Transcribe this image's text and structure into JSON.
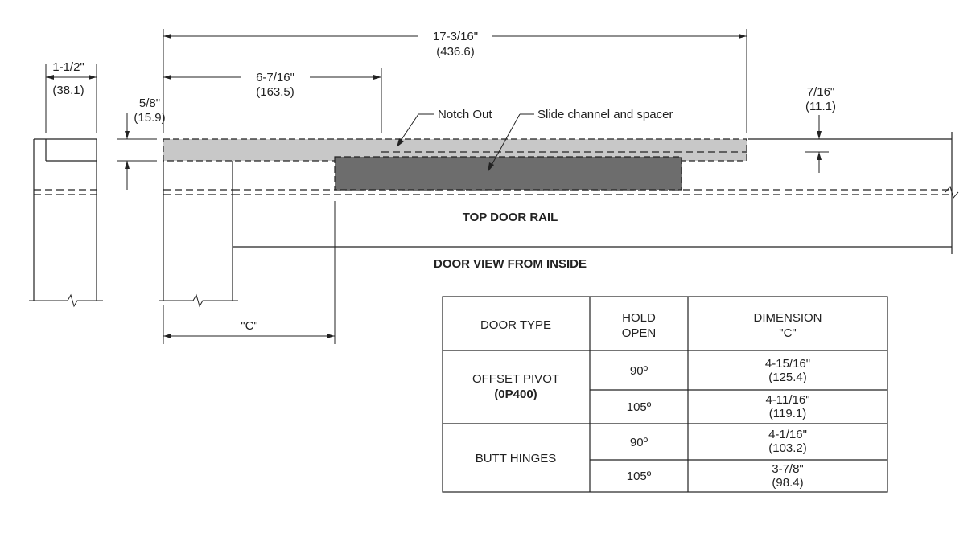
{
  "dimensions": {
    "overall": {
      "imperial": "17-3/16\"",
      "metric": "(436.6)"
    },
    "notch_length": {
      "imperial": "6-7/16\"",
      "metric": "(163.5)"
    },
    "frame_width": {
      "imperial": "1-1/2\"",
      "metric": "(38.1)"
    },
    "notch_depth": {
      "imperial": "5/8\"",
      "metric": "(15.9)"
    },
    "channel_offset": {
      "imperial": "7/16\"",
      "metric": "(11.1)"
    },
    "c_dimension": "\"C\""
  },
  "callouts": {
    "notch_out": "Notch Out",
    "slide_channel": "Slide channel and spacer"
  },
  "labels": {
    "top_door_rail": "TOP DOOR RAIL",
    "door_view": "DOOR VIEW FROM INSIDE"
  },
  "colors": {
    "notch_fill": "#c8c8c8",
    "channel_fill": "#6d6d6d",
    "line": "#222222"
  },
  "table": {
    "headers": {
      "door_type": "DOOR TYPE",
      "hold_open_1": "HOLD",
      "hold_open_2": "OPEN",
      "dimension_1": "DIMENSION",
      "dimension_2": "\"C\""
    },
    "groups": [
      {
        "door_type": "OFFSET PIVOT",
        "door_type_sub": "(0P400)",
        "rows": [
          {
            "hold_open": "90º",
            "dim_imperial": "4-15/16\"",
            "dim_metric": "(125.4)"
          },
          {
            "hold_open": "105º",
            "dim_imperial": "4-11/16\"",
            "dim_metric": "(119.1)"
          }
        ]
      },
      {
        "door_type": "BUTT HINGES",
        "door_type_sub": "",
        "rows": [
          {
            "hold_open": "90º",
            "dim_imperial": "4-1/16\"",
            "dim_metric": "(103.2)"
          },
          {
            "hold_open": "105º",
            "dim_imperial": "3-7/8\"",
            "dim_metric": "(98.4)"
          }
        ]
      }
    ]
  }
}
